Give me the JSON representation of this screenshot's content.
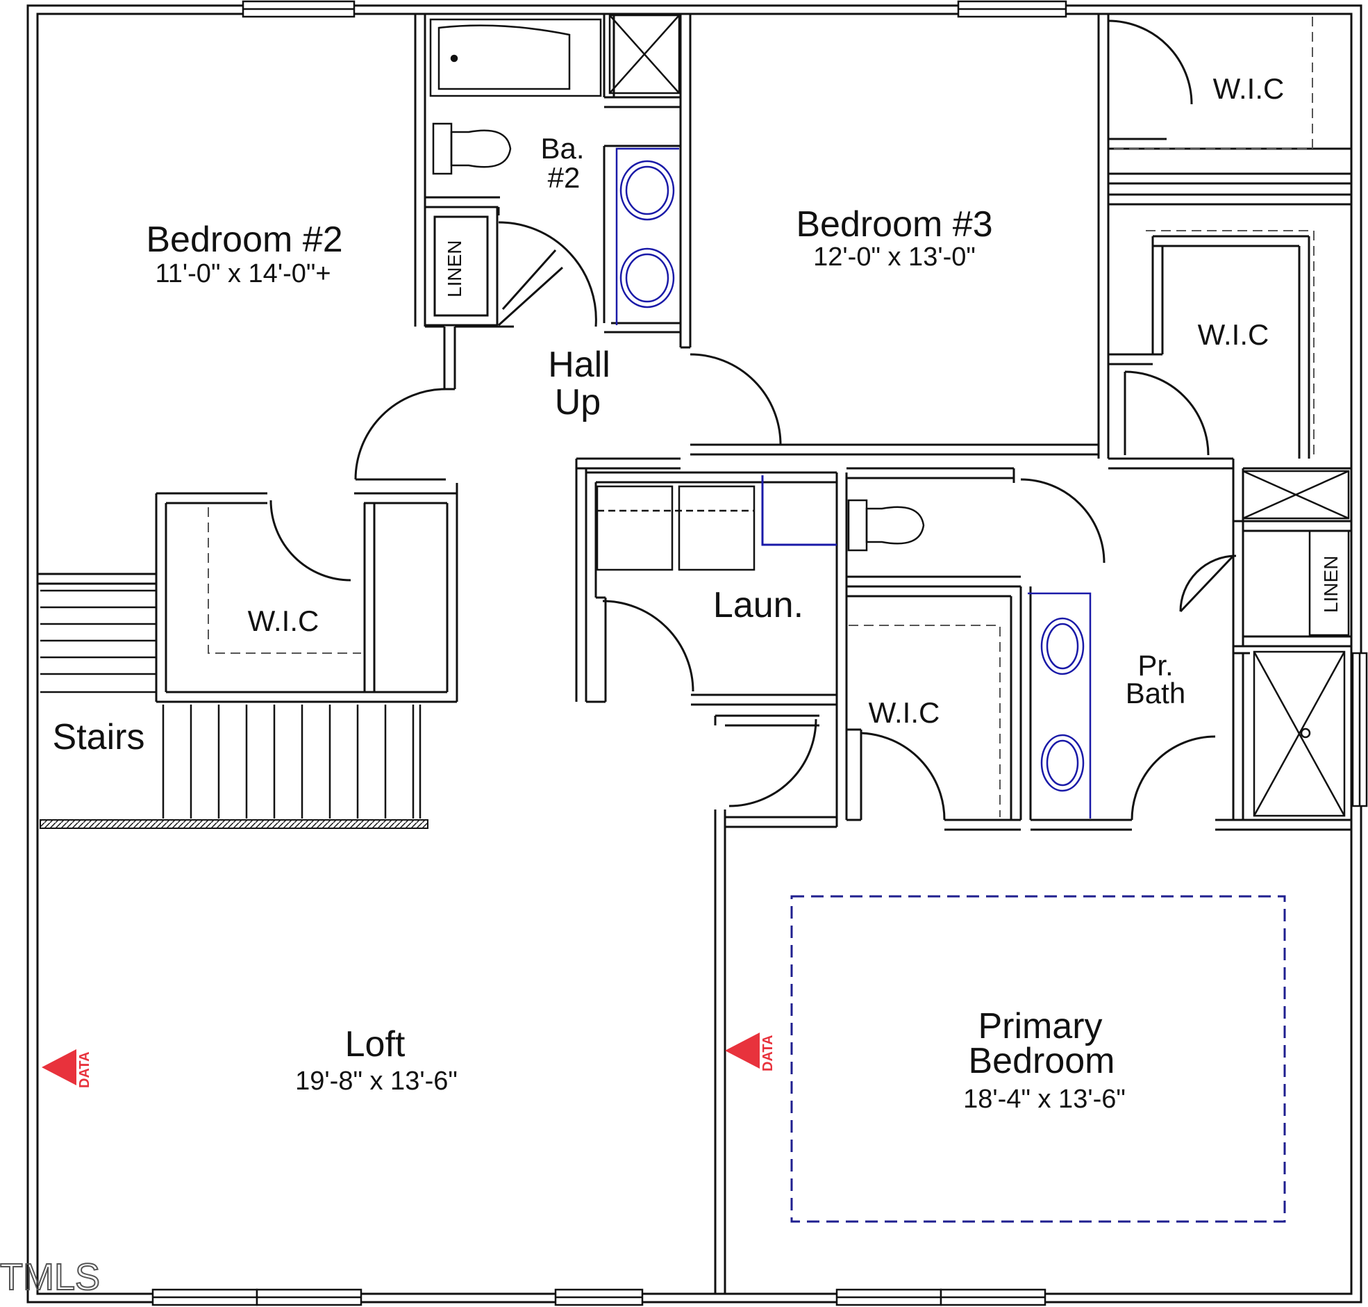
{
  "rooms": {
    "bedroom2": {
      "name": "Bedroom #2",
      "dims": "11'-0\" x 14'-0\"+"
    },
    "bath2": {
      "line1": "Ba.",
      "line2": "#2"
    },
    "bedroom3": {
      "name": "Bedroom #3",
      "dims": "12'-0\" x 13'-0\""
    },
    "hall": {
      "line1": "Hall",
      "line2": "Up"
    },
    "linen": "LINEN",
    "wic": "W.I.C",
    "laundry": "Laun.",
    "stairs": "Stairs",
    "primary_bath": {
      "line1": "Pr.",
      "line2": "Bath"
    },
    "loft": {
      "name": "Loft",
      "dims": "19'-8\" x 13'-6\""
    },
    "primary_bedroom": {
      "line1": "Primary",
      "line2": "Bedroom",
      "dims": "18'-4\" x 13'-6\""
    }
  },
  "markers": {
    "data": "DATA"
  },
  "watermark": "TMLS",
  "colors": {
    "wall": "#111111",
    "fixture": "#1a1aa8",
    "marker": "#e8323c",
    "dashed": "#1f1f8f"
  }
}
